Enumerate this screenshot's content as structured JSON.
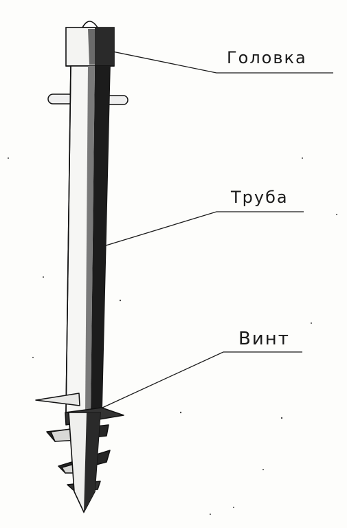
{
  "labels": {
    "head": "Головка",
    "pipe": "Труба",
    "screw": "Винт"
  }
}
